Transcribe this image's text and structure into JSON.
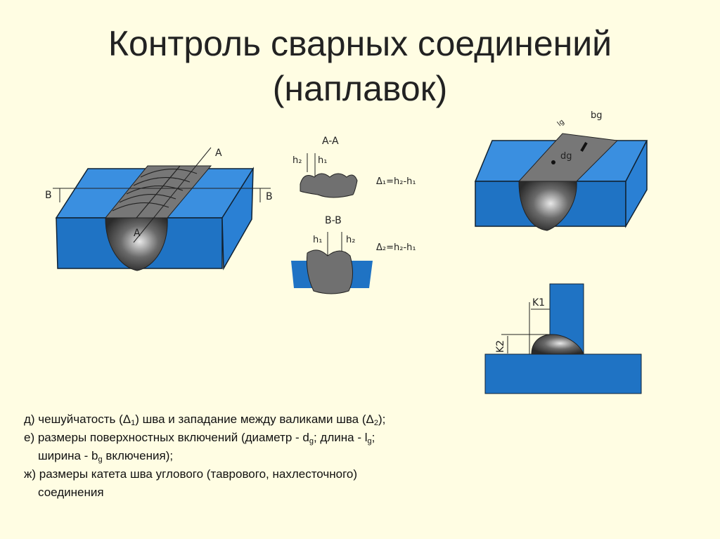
{
  "title": {
    "line1": "Контроль сварных соединений",
    "line2": "(наплавок)"
  },
  "diagram": {
    "left_labels": {
      "a_top": "A",
      "a_bottom": "A",
      "b_left": "B",
      "b_right": "B"
    },
    "section_aa": {
      "title": "A-A",
      "h2": "h₂",
      "h1": "h₁",
      "formula": "Δ₁=h₂-h₁"
    },
    "section_bb": {
      "title": "B-B",
      "h1": "h₁",
      "h2": "h₂",
      "formula": "Δ₂=h₂-h₁"
    },
    "inclusion_labels": {
      "lg": "lg",
      "bg": "bg",
      "dg": "dg"
    },
    "fillet_labels": {
      "k1": "K1",
      "k2": "K2"
    },
    "colors": {
      "steel": "#1f73c4",
      "steel_light": "#3a8fe0",
      "weld": "#6e6e6e",
      "background": "#fffde3"
    }
  },
  "notes": {
    "d": {
      "a": "д) чешуйчатость (Δ",
      "sub1": "1",
      "b": ") шва и западание между валиками шва (Δ",
      "sub2": "2",
      "c": ");"
    },
    "e": {
      "a": "е) размеры поверхностных включений (диаметр - d",
      "sub1": "g",
      "b": "; длина - l",
      "sub2": "g",
      "c": ";"
    },
    "e2": {
      "a": "ширина - b",
      "sub1": "g",
      "b": " включения);"
    },
    "zh": {
      "a": "ж) размеры катета шва углового (таврового, нахлесточного)"
    },
    "zh2": {
      "a": "соединения"
    }
  }
}
